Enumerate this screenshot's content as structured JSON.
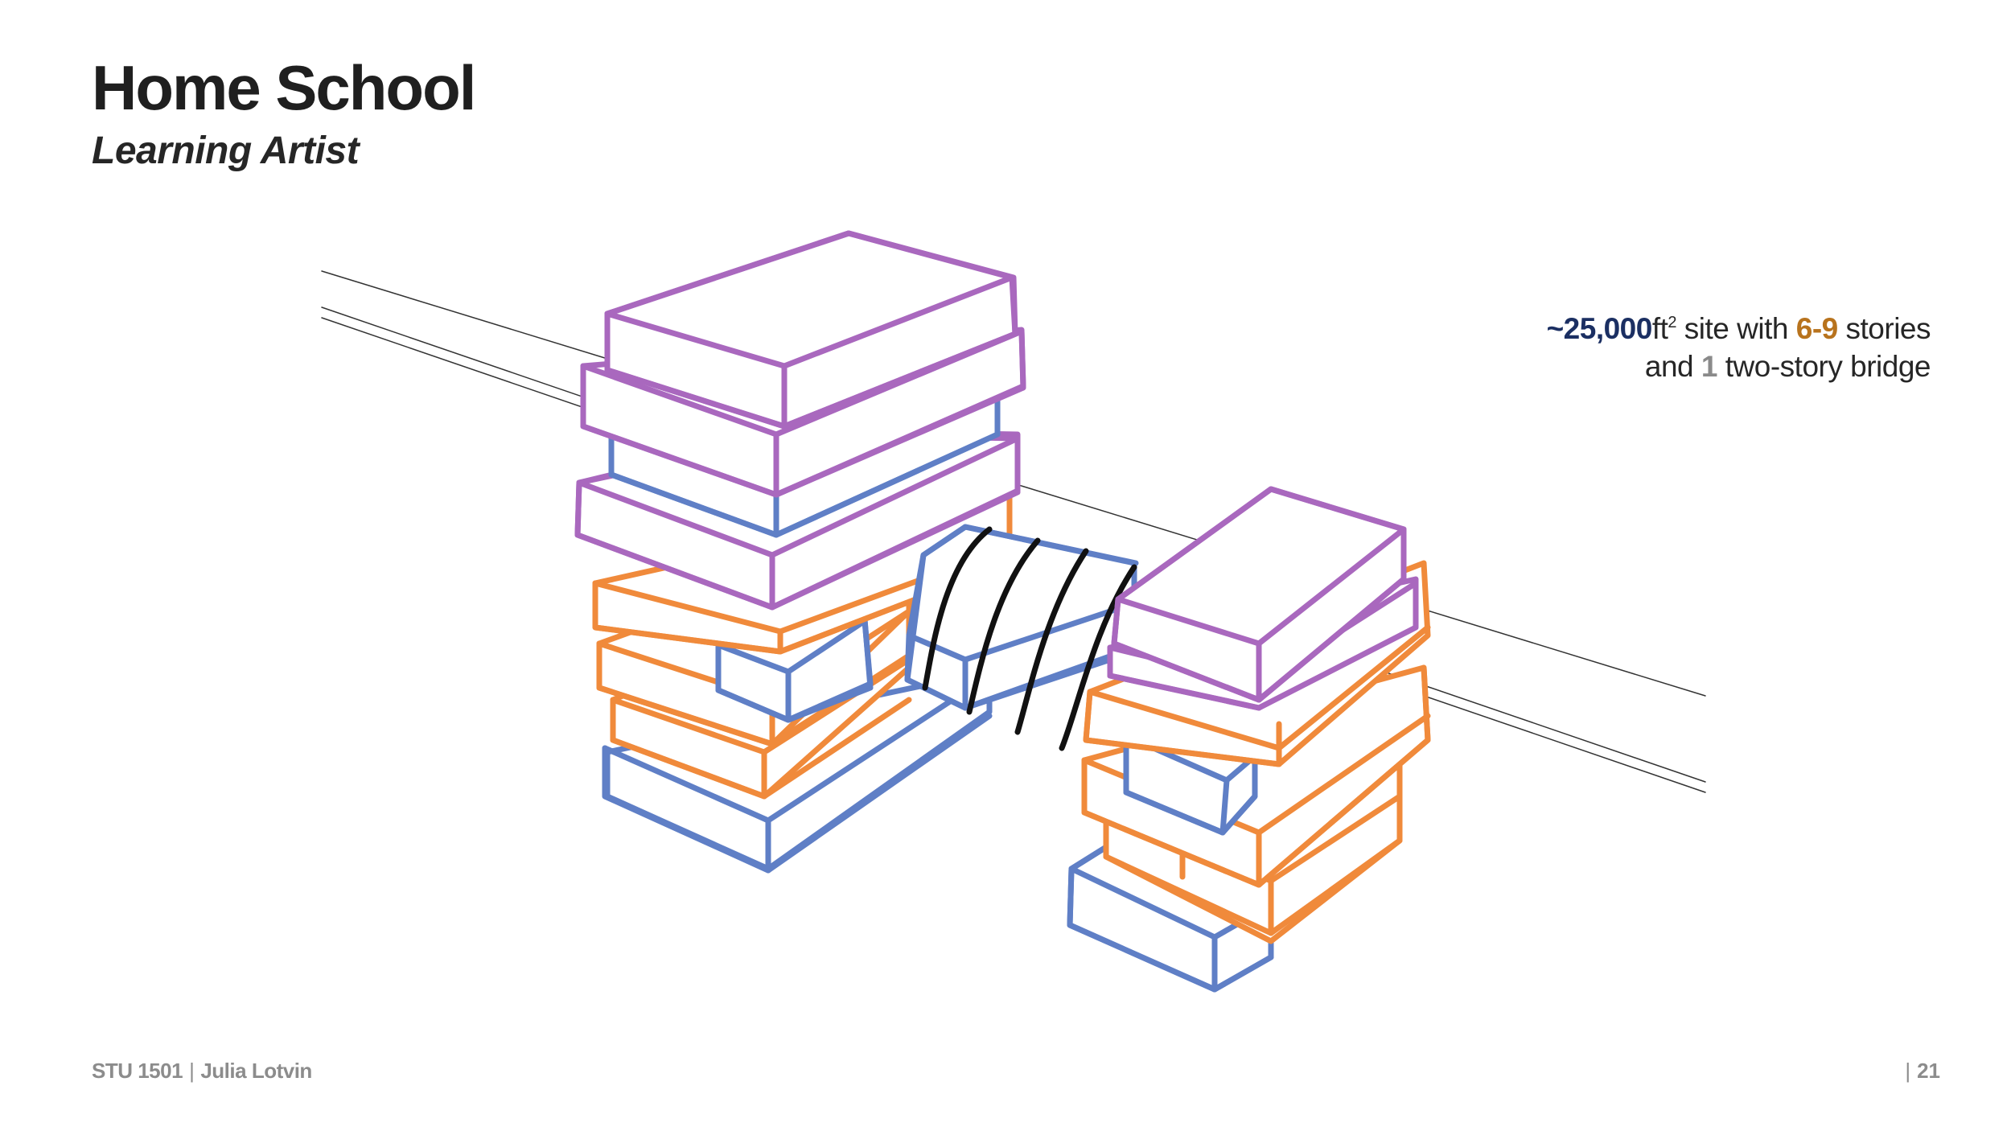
{
  "slide": {
    "title": "Home School",
    "subtitle": "Learning Artist"
  },
  "stats": {
    "area_value": "~25,000",
    "area_unit": "ft",
    "area_exp": "2",
    "text_site_with": " site with ",
    "stories_value": "6-9",
    "text_stories": " stories",
    "text_and": "and ",
    "bridge_count": "1",
    "text_bridge": " two-story bridge"
  },
  "footer": {
    "course": "STU 1501",
    "separator": "|",
    "author": "Julia Lotvin",
    "page_number": "21"
  },
  "colors": {
    "purple": "#a968be",
    "blue": "#5f7fc6",
    "orange": "#f08a3b",
    "navy_text": "#1b2f62",
    "gold_text": "#b8731d"
  }
}
